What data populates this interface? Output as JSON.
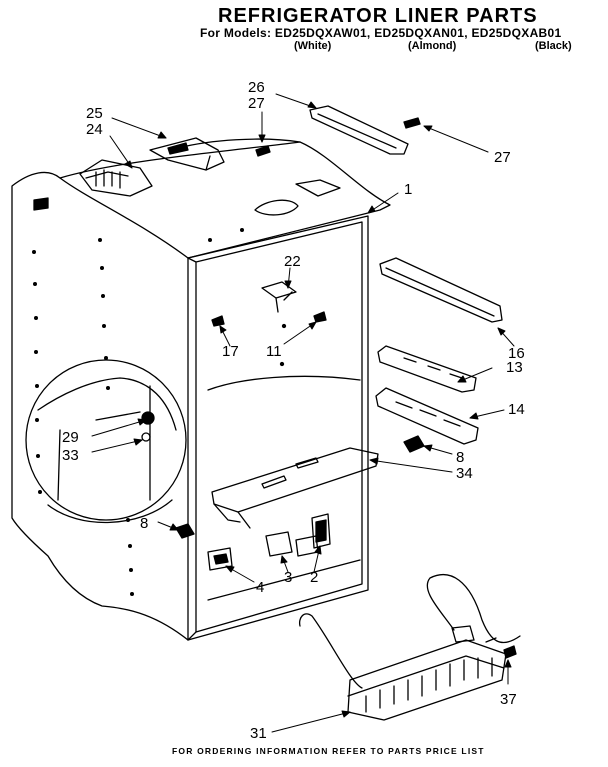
{
  "header": {
    "title": "REFRIGERATOR LINER PARTS",
    "models_line": "For Models: ED25DQXAW01, ED25DQXAN01, ED25DQXAB01",
    "finish_white": "(White)",
    "finish_almond": "(Almond)",
    "finish_black": "(Black)"
  },
  "callouts": {
    "c26": "26",
    "c27a": "27",
    "c25": "25",
    "c24": "24",
    "c27b": "27",
    "c1": "1",
    "c22": "22",
    "c17": "17",
    "c11": "11",
    "c16": "16",
    "c13": "13",
    "c14": "14",
    "c29": "29",
    "c33": "33",
    "c8a": "8",
    "c34": "34",
    "c8b": "8",
    "c4": "4",
    "c3": "3",
    "c2": "2",
    "c37": "37",
    "c31": "31"
  },
  "footer": {
    "text": "FOR ORDERING INFORMATION REFER TO PARTS PRICE LIST"
  }
}
